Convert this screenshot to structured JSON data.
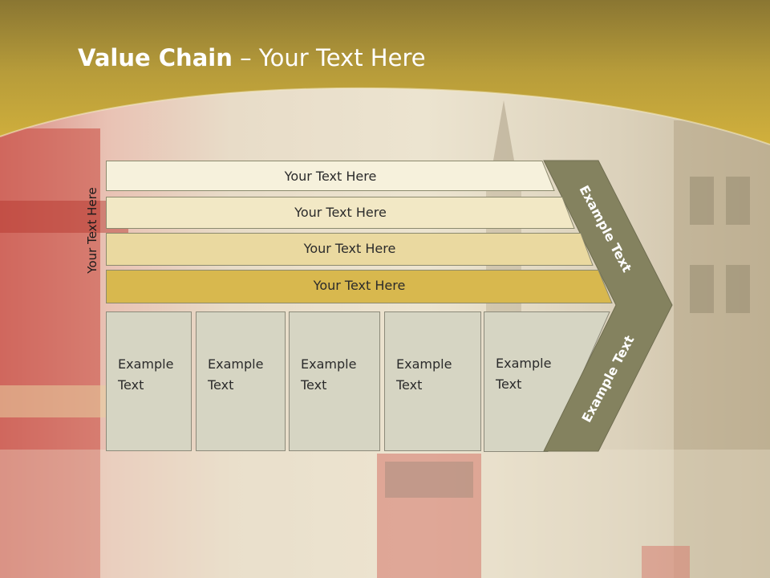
{
  "title": {
    "bold": "Value Chain",
    "rest": " – Your Text Here"
  },
  "side_label": "Your Text Here",
  "rows": [
    {
      "label": "Your Text Here",
      "color": "#f6f1dc"
    },
    {
      "label": "Your Text Here",
      "color": "#f2e8c5"
    },
    {
      "label": "Your Text Here",
      "color": "#ead9a0"
    },
    {
      "label": "Your Text Here",
      "color": "#d8b84e"
    }
  ],
  "boxes": [
    {
      "line1": "Example",
      "line2": "Text"
    },
    {
      "line1": "Example",
      "line2": "Text"
    },
    {
      "line1": "Example",
      "line2": "Text"
    },
    {
      "line1": "Example",
      "line2": "Text"
    },
    {
      "line1": "Example",
      "line2": "Text"
    }
  ],
  "chevron": {
    "upper": "Example Text",
    "lower": "Example Text",
    "color": "#84825f"
  },
  "colors": {
    "banner": "#c9a830",
    "banner_dark": "#8a7632"
  }
}
